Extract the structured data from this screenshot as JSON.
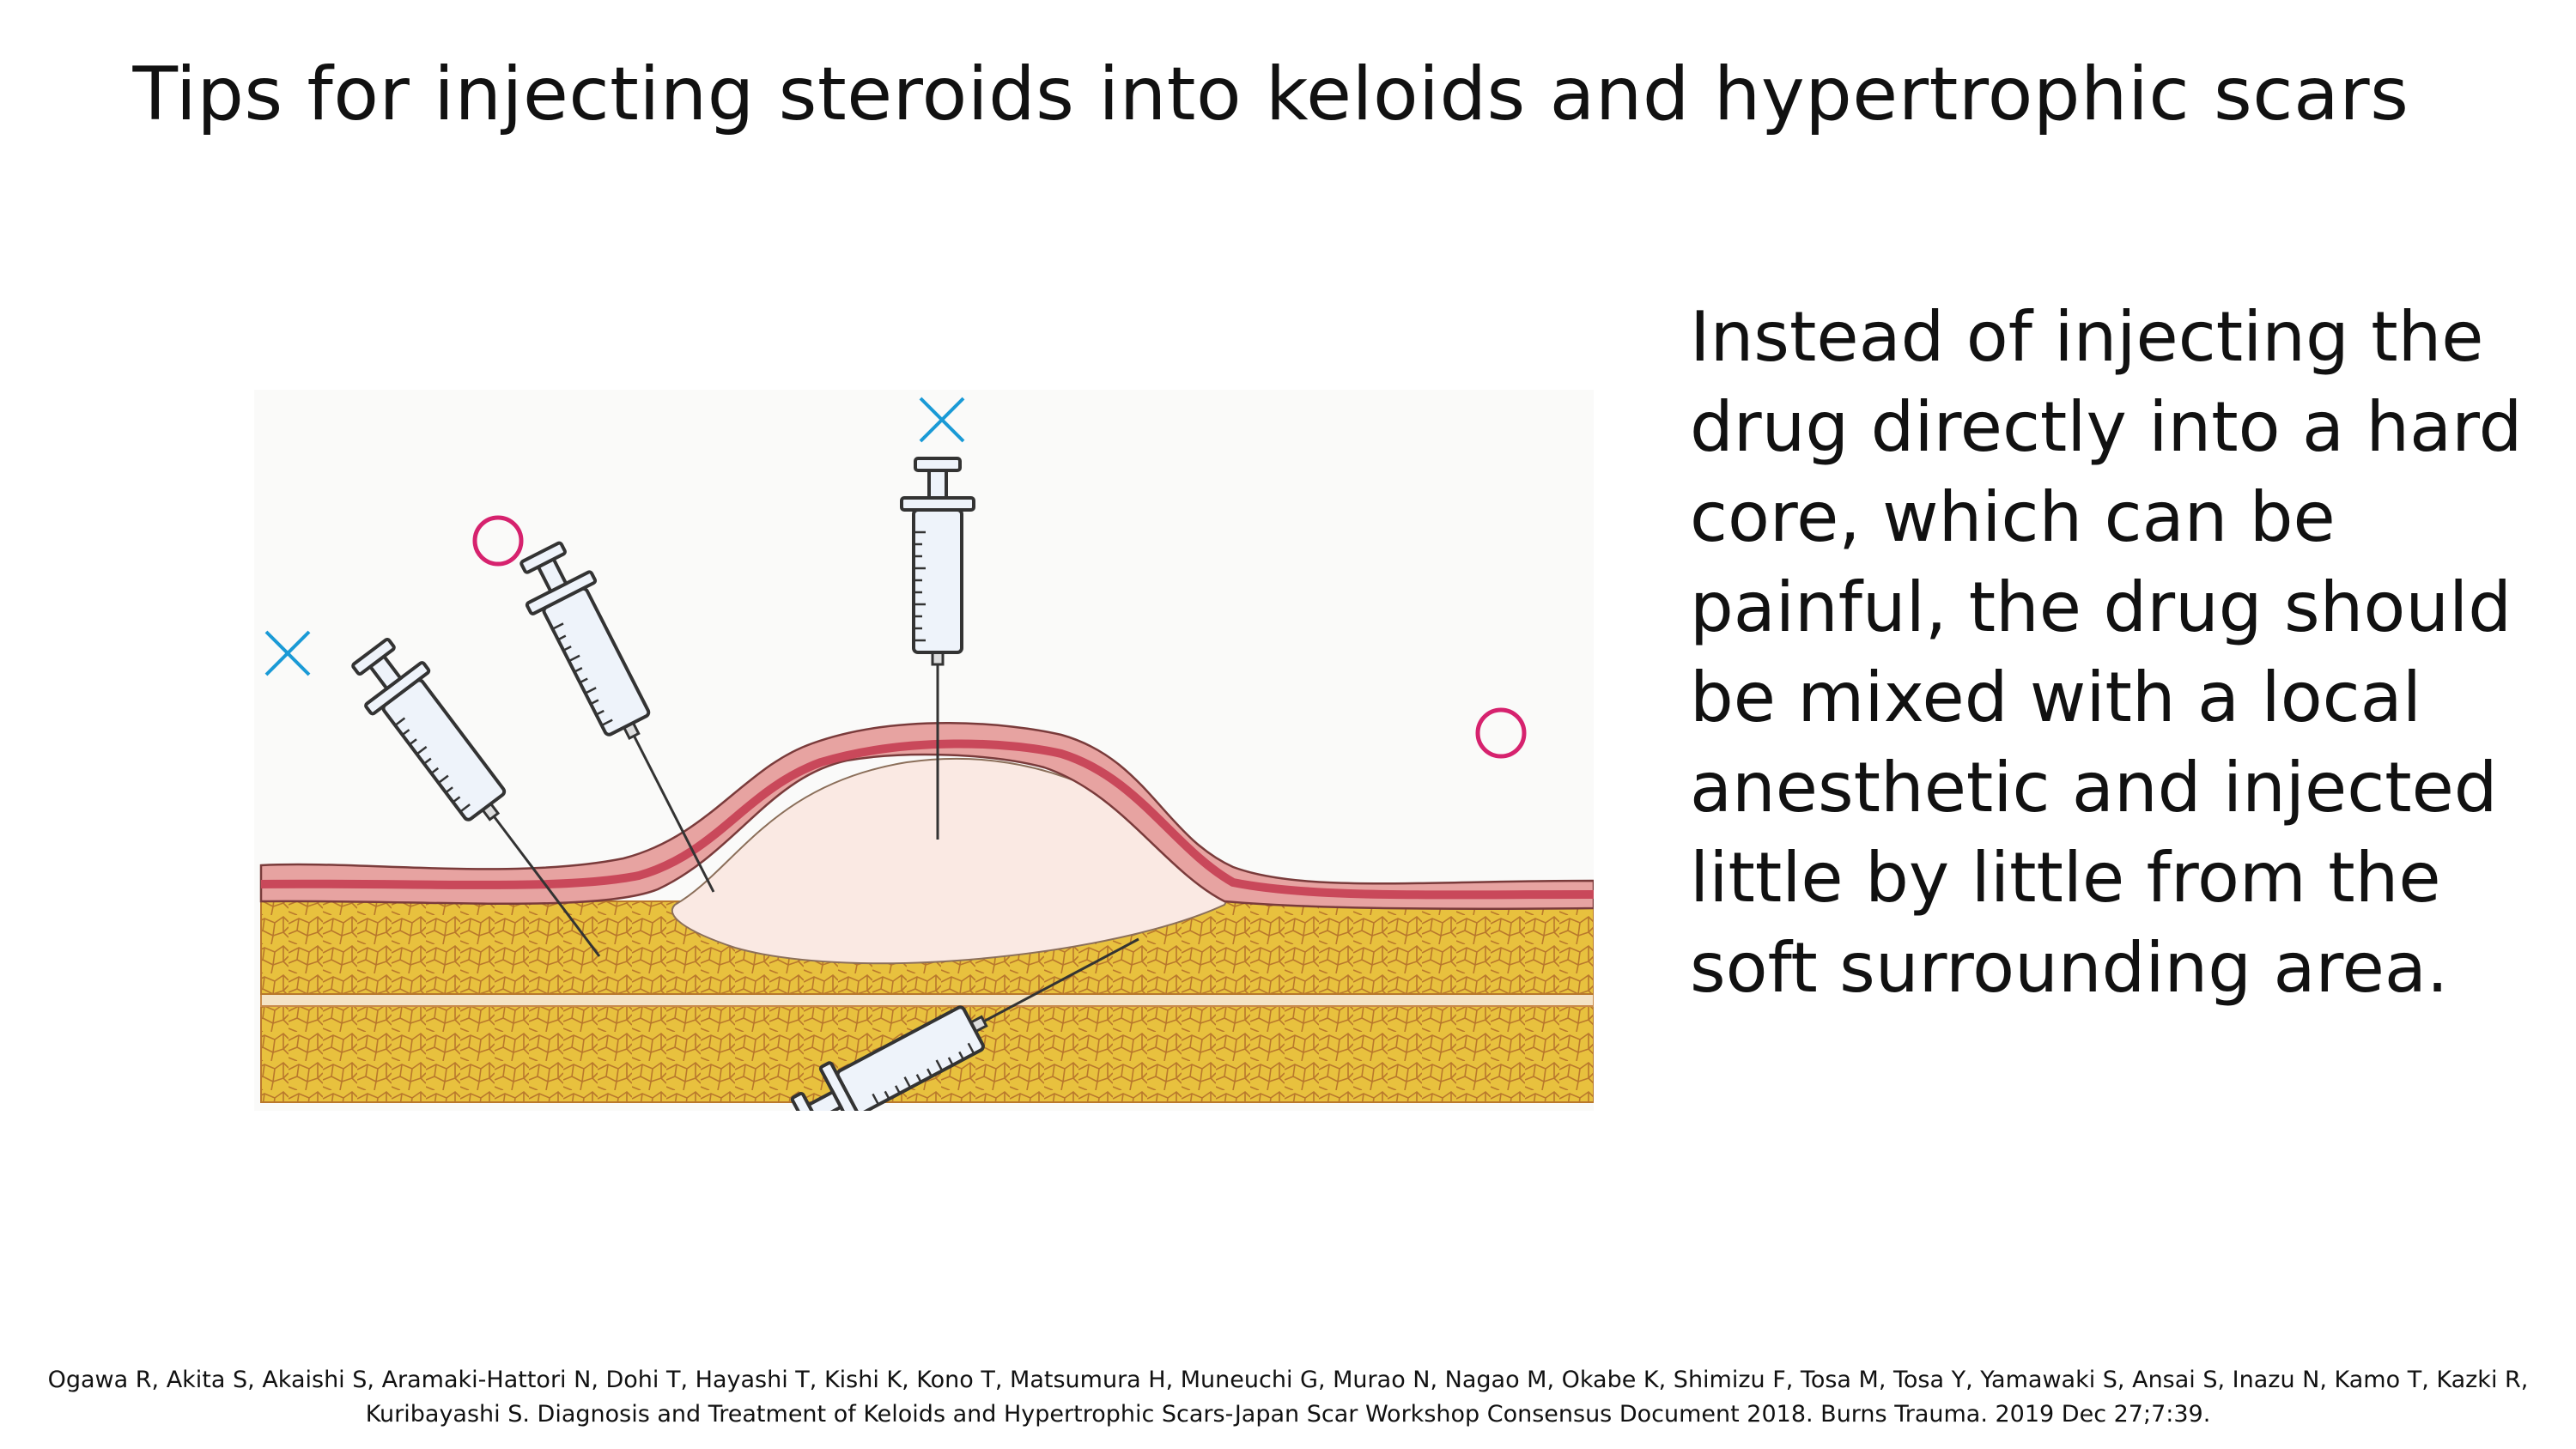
{
  "slide": {
    "title": "Tips for injecting steroids into keloids and hypertrophic scars",
    "body_text": "Instead of injecting the drug directly into a hard core, which can be painful, the drug should be mixed with a local anesthetic and injected little by little from the soft surrounding area.",
    "citation": "Ogawa R, Akita S, Akaishi S, Aramaki-Hattori N, Dohi T, Hayashi T, Kishi K, Kono T, Matsumura H, Muneuchi G, Murao N, Nagao M, Okabe K, Shimizu F, Tosa M, Tosa Y, Yamawaki S, Ansai S, Inazu N, Kamo T, Kazki R, Kuribayashi S. Diagnosis and Treatment of Keloids and Hypertrophic Scars-Japan Scar Workshop Consensus Document 2018. Burns Trauma. 2019 Dec 27;7:39."
  },
  "illustration": {
    "marks": [
      "incorrect",
      "correct",
      "incorrect",
      "correct"
    ],
    "colors": {
      "cross_mark": "#1a9ad6",
      "circle_mark": "#d6226e",
      "fat": "#e8c13e",
      "fat_lines": "#b9782c",
      "dermis": "#e7a3a1",
      "dermis_band": "#c9485a",
      "scar_core": "#fae9e3",
      "syringe_barrel": "#eef3fa",
      "outline": "#333333"
    }
  }
}
